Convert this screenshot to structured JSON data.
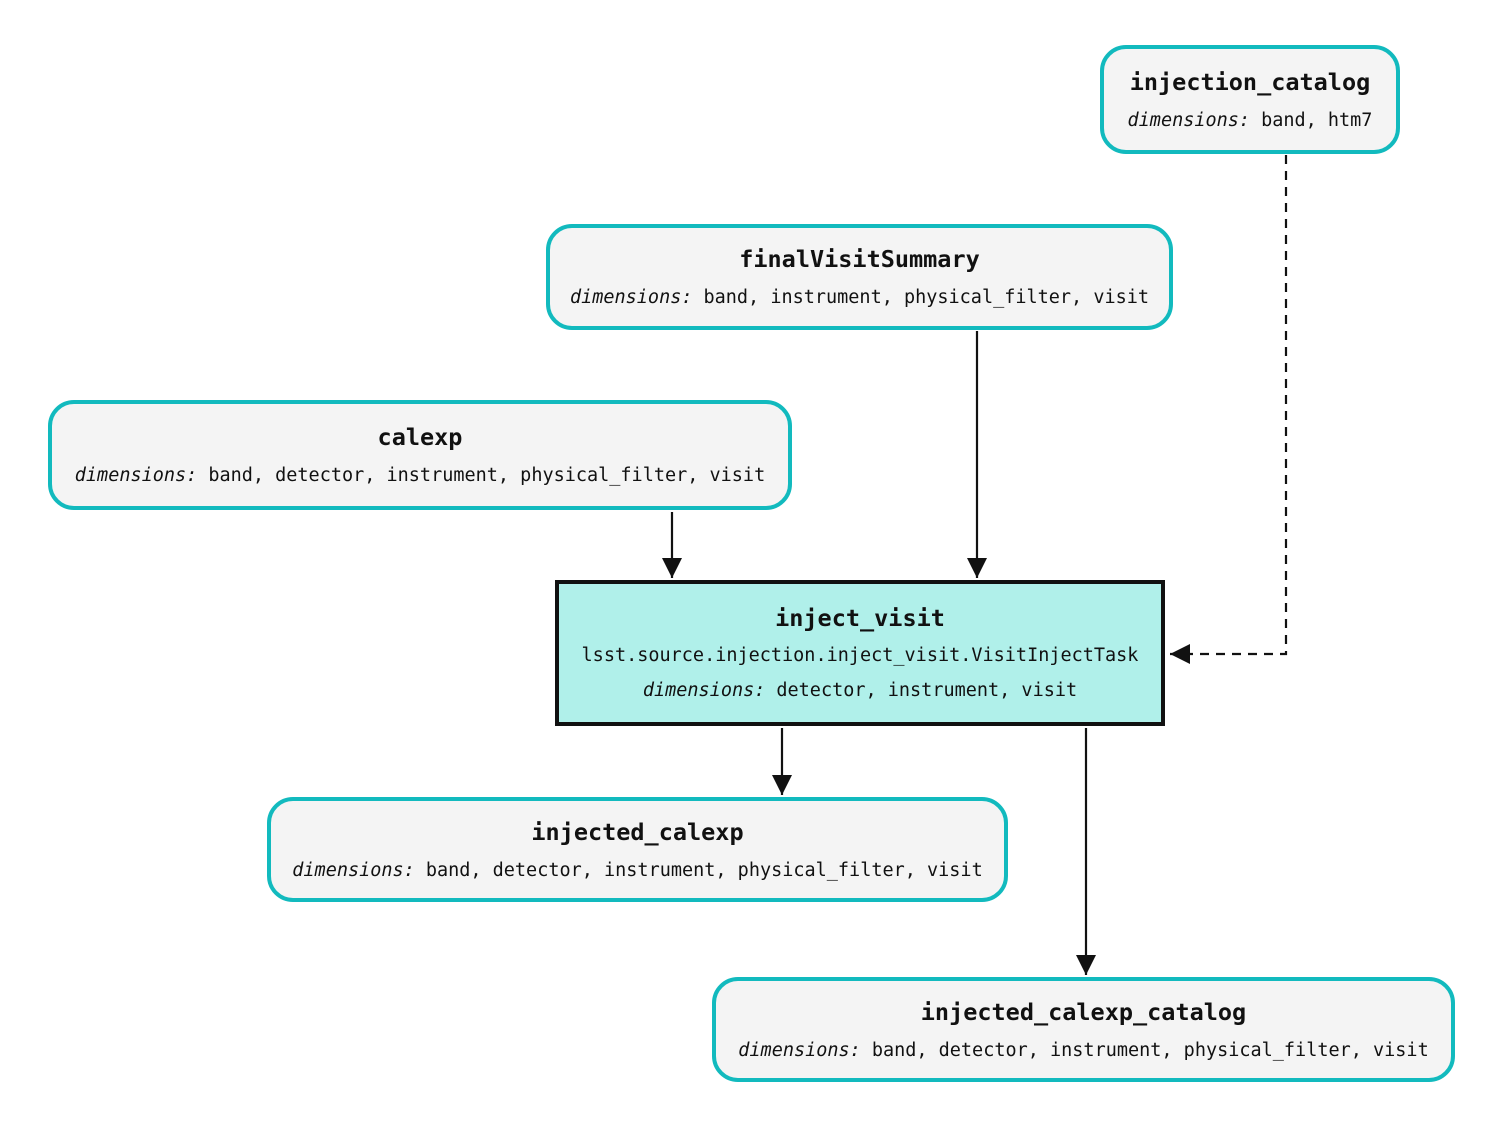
{
  "colors": {
    "dataset-fill": "#f4f4f4",
    "dataset-stroke": "#12babe",
    "task-fill": "#b0f0ea",
    "task-stroke": "#111111",
    "edge": "#111111",
    "background": "#ffffff"
  },
  "nodes": {
    "injection_catalog": {
      "title": "injection_catalog",
      "dims_label": "dimensions:",
      "dims": "band, htm7"
    },
    "finalVisitSummary": {
      "title": "finalVisitSummary",
      "dims_label": "dimensions:",
      "dims": "band, instrument, physical_filter, visit"
    },
    "calexp": {
      "title": "calexp",
      "dims_label": "dimensions:",
      "dims": "band, detector, instrument, physical_filter, visit"
    },
    "inject_visit": {
      "title": "inject_visit",
      "task_class": "lsst.source.injection.inject_visit.VisitInjectTask",
      "dims_label": "dimensions:",
      "dims": "detector, instrument, visit"
    },
    "injected_calexp": {
      "title": "injected_calexp",
      "dims_label": "dimensions:",
      "dims": "band, detector, instrument, physical_filter, visit"
    },
    "injected_calexp_catalog": {
      "title": "injected_calexp_catalog",
      "dims_label": "dimensions:",
      "dims": "band, detector, instrument, physical_filter, visit"
    }
  },
  "edges": [
    {
      "from": "calexp",
      "to": "inject_visit",
      "style": "solid"
    },
    {
      "from": "finalVisitSummary",
      "to": "inject_visit",
      "style": "solid"
    },
    {
      "from": "injection_catalog",
      "to": "inject_visit",
      "style": "dashed"
    },
    {
      "from": "inject_visit",
      "to": "injected_calexp",
      "style": "solid"
    },
    {
      "from": "inject_visit",
      "to": "injected_calexp_catalog",
      "style": "solid"
    }
  ]
}
